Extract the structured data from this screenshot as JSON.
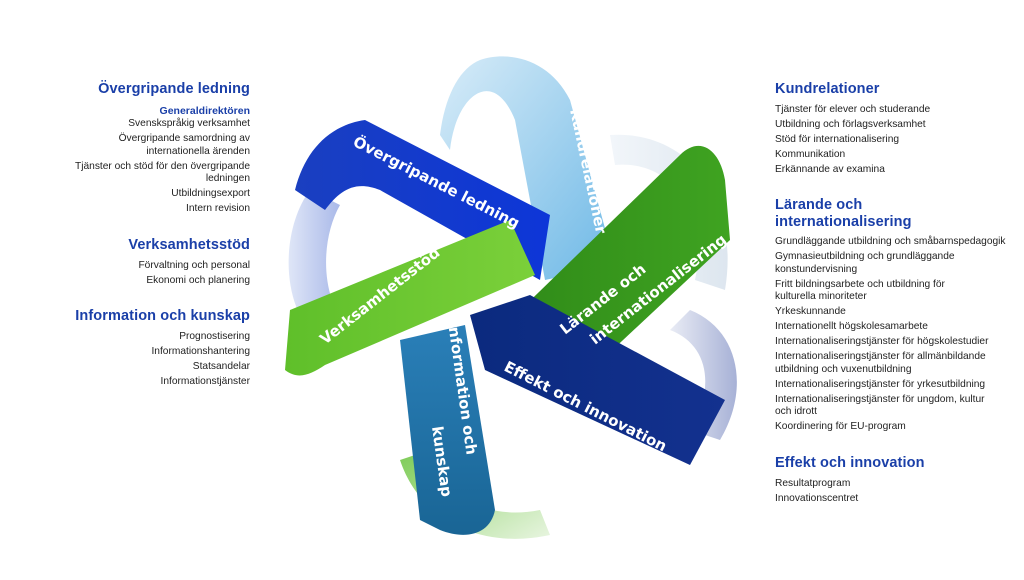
{
  "left": {
    "blocks": [
      {
        "heading": "Övergripande ledning",
        "subheading": "Generaldirektören",
        "items": [
          "Svenskspråkig verksamhet",
          "Övergripande samordning av internationella ärenden",
          "Tjänster och stöd för den övergripande ledningen",
          "Utbildningsexport",
          "Intern revision"
        ]
      },
      {
        "heading": "Verksamhetsstöd",
        "items": [
          "Förvaltning och personal",
          "Ekonomi och planering"
        ]
      },
      {
        "heading": "Information och kunskap",
        "items": [
          "Prognostisering",
          "Informationshantering",
          "Statsandelar",
          "Informationstjänster"
        ]
      }
    ]
  },
  "right": {
    "blocks": [
      {
        "heading": "Kundrelationer",
        "items": [
          "Tjänster för elever och studerande",
          "Utbildning och förlagsverksamhet",
          "Stöd för internationalisering",
          "Kommunikation",
          "Erkännande av examina"
        ]
      },
      {
        "heading": "Lärande och internationalisering",
        "items": [
          "Grundläggande utbildning och småbarnspedagogik",
          "Gymnasieutbildning och grundläggande konstundervisning",
          "Fritt bildningsarbete och utbildning för kulturella minoriteter",
          "Yrkeskunnande",
          "Internationellt högskolesamarbete",
          "Internationaliseringstjänster för högskolestudier",
          "Internationaliseringstjänster för allmänbildande utbildning och vuxenutbildning",
          "Internationaliseringstjänster för yrkesutbildning",
          "Internationaliseringstjänster för ungdom, kultur och idrott",
          "Koordinering för EU-program"
        ]
      },
      {
        "heading": "Effekt och innovation",
        "items": [
          "Resultatprogram",
          "Innovationscentret"
        ]
      }
    ]
  },
  "diagram": {
    "ribbons": {
      "ledning": "Övergripande ledning",
      "kund": "Kundrelationer",
      "larande_1": "Lärande och",
      "larande_2": "internationalisering",
      "effekt": "Effekt och innovation",
      "info_1": "Information och",
      "info_2": "kunskap",
      "verksamhet": "Verksamhetsstöd"
    },
    "colors": {
      "dark_blue": "#0a2e8c",
      "blue": "#1f4fd6",
      "light_blue": "#6db8e6",
      "green": "#3f9a1d",
      "light_green": "#6cc62e",
      "teal": "#1f6fa6",
      "heading": "#1a3fa8"
    }
  }
}
